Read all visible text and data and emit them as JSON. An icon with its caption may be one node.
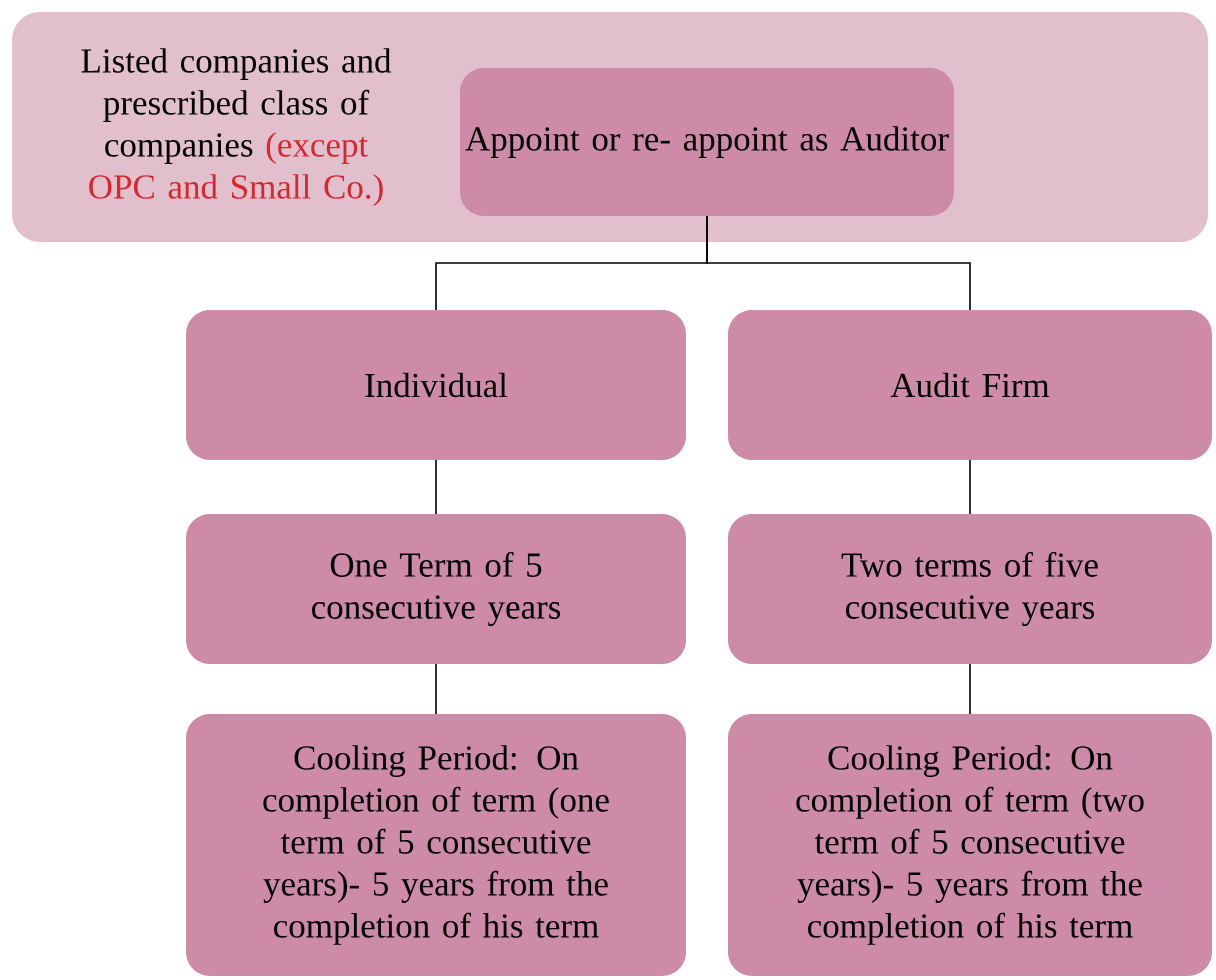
{
  "diagram": {
    "nodes": [
      {
        "text": [
          "Listed companies and prescribed class of companies",
          "(except OPC and Small Co.)"
        ]
      },
      {
        "text": [
          "Appoint or re- appoint as Auditor"
        ],
        "in": 0
      },
      {
        "text": [
          "Individual"
        ]
      },
      {
        "text": [
          "Audit Firm"
        ]
      },
      {
        "text": [
          "One Term of 5 consecutive years"
        ]
      },
      {
        "text": [
          "Two terms of five consecutive years"
        ]
      },
      {
        "text": [
          "Cooling Period: On completion of term (one term of 5 consecutive years)- 5 years from the completion of his term"
        ]
      },
      {
        "text": [
          "Cooling Period: On completion of term (two term of 5 consecutive years)- 5 years from the completion of his term"
        ]
      }
    ],
    "edges": [
      {
        "from": 1,
        "to": 2,
        "arrow": "none"
      },
      {
        "from": 1,
        "to": 3,
        "arrow": "none"
      },
      {
        "from": 2,
        "to": 4,
        "arrow": "none"
      },
      {
        "from": 4,
        "to": 6,
        "arrow": "none"
      },
      {
        "from": 3,
        "to": 5,
        "arrow": "none"
      },
      {
        "from": 5,
        "to": 7,
        "arrow": "none"
      }
    ]
  }
}
